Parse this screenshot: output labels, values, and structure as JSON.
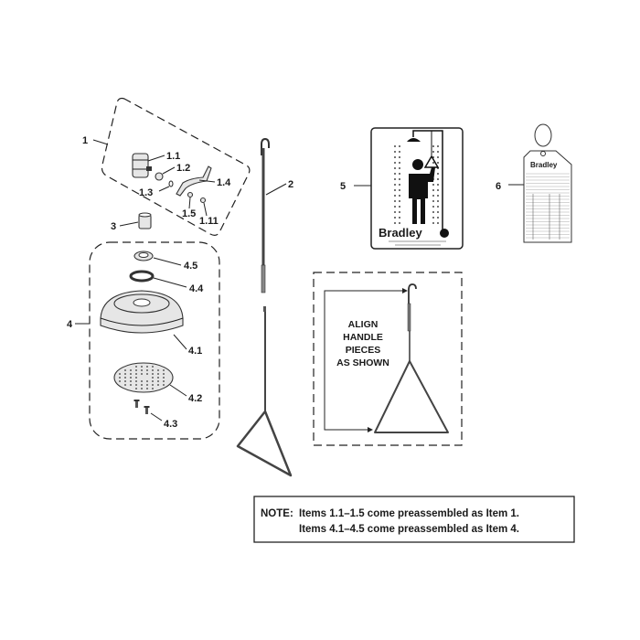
{
  "callouts": {
    "c1": "1",
    "c1_1": "1.1",
    "c1_2": "1.2",
    "c1_3": "1.3",
    "c1_4": "1.4",
    "c1_5": "1.5",
    "c1_11": "1.11",
    "c2": "2",
    "c3": "3",
    "c4": "4",
    "c4_1": "4.1",
    "c4_2": "4.2",
    "c4_3": "4.3",
    "c4_4": "4.4",
    "c4_5": "4.5",
    "c5": "5",
    "c6": "6"
  },
  "sign": {
    "brand": "Bradley"
  },
  "tag": {
    "brand": "Bradley"
  },
  "align_note": {
    "line1": "ALIGN",
    "line2": "HANDLE",
    "line3": "PIECES",
    "line4": "AS SHOWN"
  },
  "note": {
    "prefix": "NOTE:",
    "line1": "Items 1.1–1.5 come preassembled as Item 1.",
    "line2": "Items 4.1–4.5 come preassembled as Item 4."
  }
}
